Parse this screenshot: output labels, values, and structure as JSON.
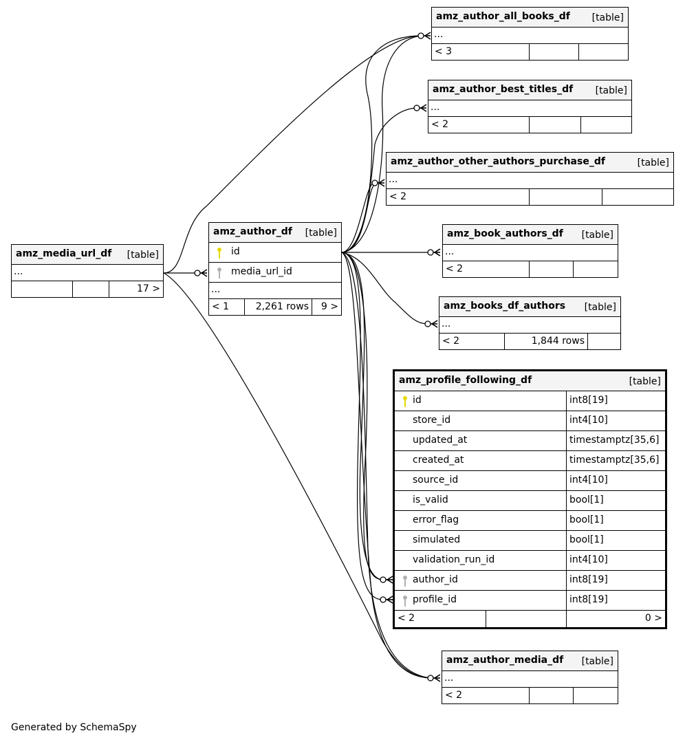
{
  "tables": {
    "media_url": {
      "name": "amz_media_url_df",
      "kind": "[table]",
      "rows": [
        "..."
      ],
      "foot": [
        "",
        "",
        "17 >"
      ]
    },
    "author": {
      "name": "amz_author_df",
      "kind": "[table]",
      "columns": [
        {
          "name": "id",
          "key": "primary"
        },
        {
          "name": "media_url_id",
          "key": "foreign"
        }
      ],
      "rows": [
        "..."
      ],
      "foot": [
        "< 1",
        "2,261 rows",
        "9 >"
      ]
    },
    "all_books": {
      "name": "amz_author_all_books_df",
      "kind": "[table]",
      "rows": [
        "..."
      ],
      "foot": [
        "< 3",
        "",
        ""
      ]
    },
    "best_titles": {
      "name": "amz_author_best_titles_df",
      "kind": "[table]",
      "rows": [
        "..."
      ],
      "foot": [
        "< 2",
        "",
        ""
      ]
    },
    "other_authors": {
      "name": "amz_author_other_authors_purchase_df",
      "kind": "[table]",
      "rows": [
        "..."
      ],
      "foot": [
        "< 2",
        "",
        ""
      ]
    },
    "book_authors": {
      "name": "amz_book_authors_df",
      "kind": "[table]",
      "rows": [
        "..."
      ],
      "foot": [
        "< 2",
        "",
        ""
      ]
    },
    "books_df_authors": {
      "name": "amz_books_df_authors",
      "kind": "[table]",
      "rows": [
        "..."
      ],
      "foot": [
        "< 2",
        "1,844 rows",
        ""
      ]
    },
    "profile_following": {
      "name": "amz_profile_following_df",
      "kind": "[table]",
      "columns": [
        {
          "name": "id",
          "type": "int8[19]",
          "key": "primary"
        },
        {
          "name": "store_id",
          "type": "int4[10]",
          "key": ""
        },
        {
          "name": "updated_at",
          "type": "timestamptz[35,6]",
          "key": ""
        },
        {
          "name": "created_at",
          "type": "timestamptz[35,6]",
          "key": ""
        },
        {
          "name": "source_id",
          "type": "int4[10]",
          "key": ""
        },
        {
          "name": "is_valid",
          "type": "bool[1]",
          "key": ""
        },
        {
          "name": "error_flag",
          "type": "bool[1]",
          "key": ""
        },
        {
          "name": "simulated",
          "type": "bool[1]",
          "key": ""
        },
        {
          "name": "validation_run_id",
          "type": "int4[10]",
          "key": ""
        },
        {
          "name": "author_id",
          "type": "int8[19]",
          "key": "foreign"
        },
        {
          "name": "profile_id",
          "type": "int8[19]",
          "key": "foreign"
        }
      ],
      "foot": [
        "< 2",
        "",
        "0 >"
      ]
    },
    "author_media": {
      "name": "amz_author_media_df",
      "kind": "[table]",
      "rows": [
        "..."
      ],
      "foot": [
        "< 2",
        "",
        ""
      ]
    }
  },
  "colors": {
    "primary_key": "#e6d800",
    "foreign_key": "#b0b0b0",
    "header_bg": "#f4f4f4"
  },
  "footer": "Generated by SchemaSpy"
}
